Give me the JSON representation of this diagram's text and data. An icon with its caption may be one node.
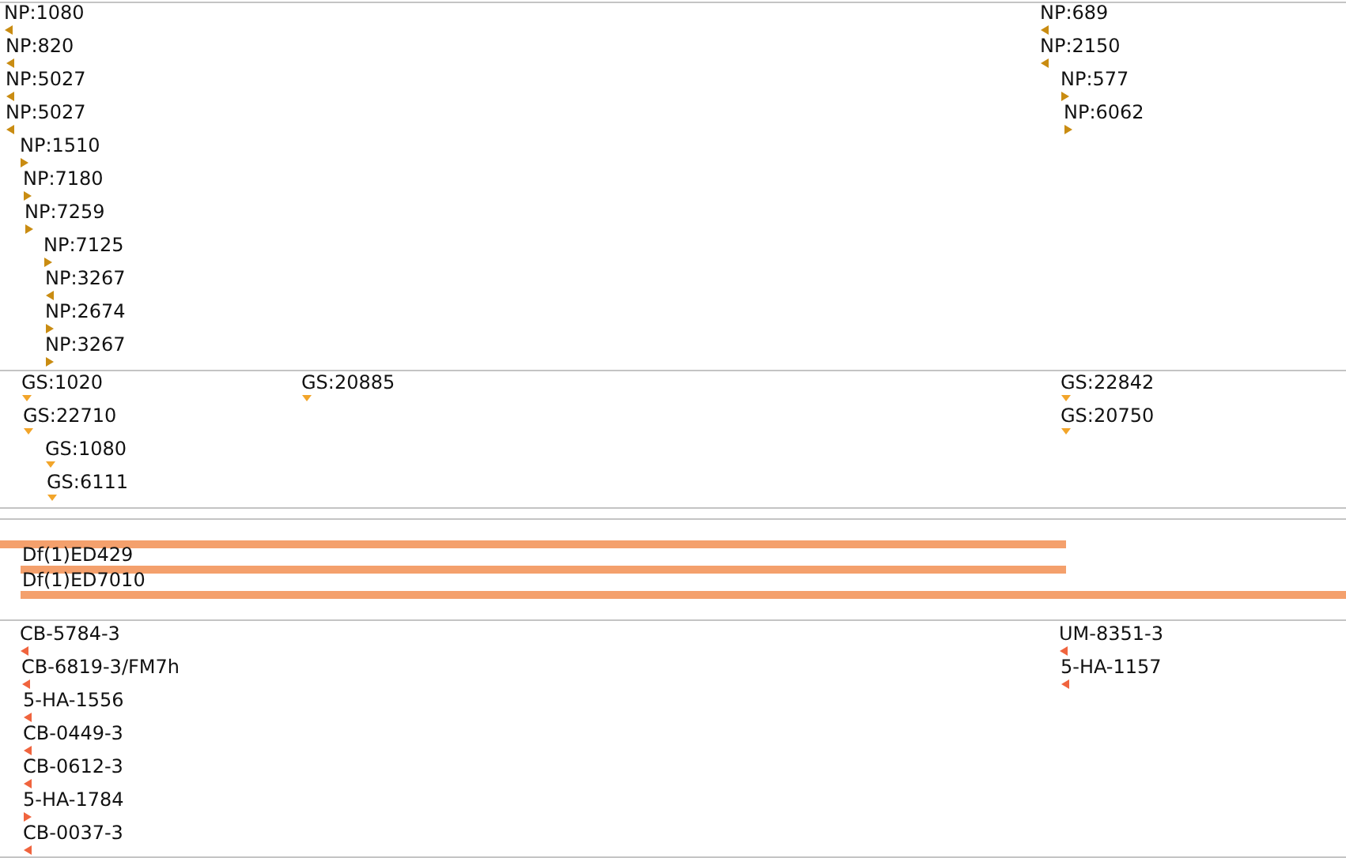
{
  "diagram": {
    "nodes": [
      {
        "text": [],
        "shape": "bar"
      },
      {
        "text": [
          "Df(1)ED429"
        ]
      },
      {
        "text": [
          "Df(1)ED7010"
        ]
      }
    ],
    "labels": [
      "NP:1080",
      "NP:689",
      "NP:820",
      "NP:2150",
      "NP:5027",
      "NP:577",
      "NP:5027",
      "NP:6062",
      "NP:1510",
      "NP:7180",
      "NP:7259",
      "NP:7125",
      "NP:3267",
      "NP:2674",
      "NP:3267",
      "GS:1020",
      "GS:20885",
      "GS:22842",
      "GS:22710",
      "GS:20750",
      "GS:1080",
      "GS:6111",
      "CB-5784-3",
      "UM-8351-3",
      "CB-6819-3/FM7h",
      "5-HA-1157",
      "5-HA-1556",
      "CB-0449-3",
      "CB-0612-3",
      "5-HA-1784",
      "CB-0037-3"
    ]
  }
}
